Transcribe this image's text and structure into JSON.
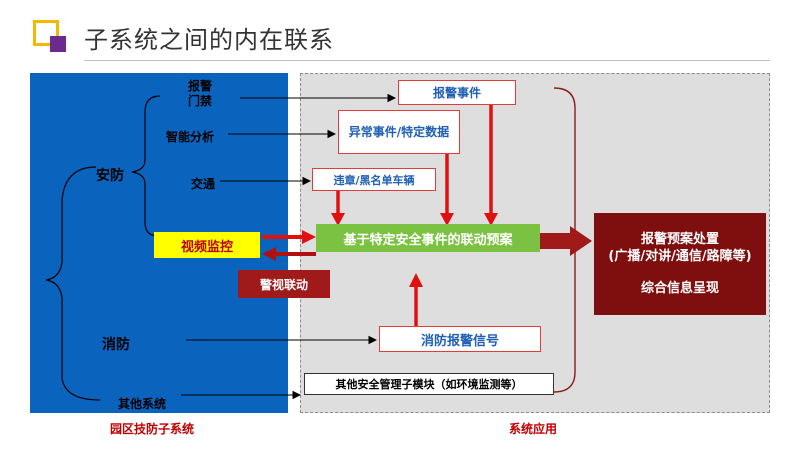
{
  "title": "子系统之间的内在联系",
  "left_panel": {
    "items": {
      "alarm_access": "报警\n门禁",
      "smart_analysis": "智能分析",
      "traffic": "交通",
      "security": "安防",
      "video": "视频监控",
      "fire": "消防",
      "other": "其他系统"
    },
    "footer": "园区技防子系统"
  },
  "right_panel": {
    "alarm_event": "报警事件",
    "abnormal_event": "异常事件/特定数据",
    "violation": "违章/黑名单车辆",
    "linkage_plan": "基于特定安全事件的联动预案",
    "fire_signal": "消防报警信号",
    "other_module": "其他安全管理子模块（如环境监测等）",
    "video_linkage": "警视联动",
    "footer": "系统应用"
  },
  "result": {
    "line1": "报警预案处置",
    "line2": "(广播/对讲/通信/路障等)",
    "line3": "综合信息呈现"
  },
  "colors": {
    "panel_blue": "#0a63bd",
    "panel_gray": "#dedede",
    "accent_red": "#c00000",
    "green": "#7cc242",
    "yellow": "#ffff00"
  }
}
